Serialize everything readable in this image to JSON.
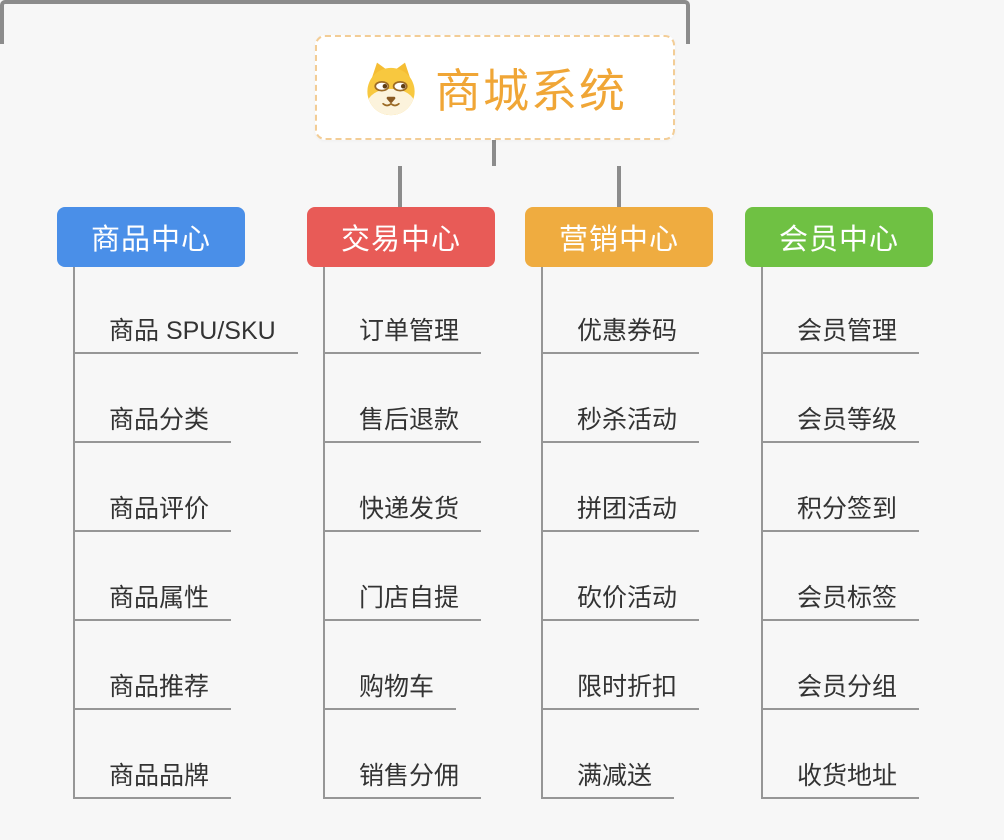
{
  "root": {
    "title": "商城系统",
    "icon": "dog-face-icon"
  },
  "branches": [
    {
      "label": "商品中心",
      "color": "#4A8FE8",
      "children": [
        "商品 SPU/SKU",
        "商品分类",
        "商品评价",
        "商品属性",
        "商品推荐",
        "商品品牌"
      ]
    },
    {
      "label": "交易中心",
      "color": "#E85B57",
      "children": [
        "订单管理",
        "售后退款",
        "快递发货",
        "门店自提",
        "购物车",
        "销售分佣"
      ]
    },
    {
      "label": "营销中心",
      "color": "#EFAC40",
      "children": [
        "优惠券码",
        "秒杀活动",
        "拼团活动",
        "砍价活动",
        "限时折扣",
        "满减送"
      ]
    },
    {
      "label": "会员中心",
      "color": "#6FC143",
      "children": [
        "会员管理",
        "会员等级",
        "积分签到",
        "会员标签",
        "会员分组",
        "收货地址"
      ]
    }
  ],
  "colors": {
    "connector": "#8C8C8C",
    "child_line": "#969696",
    "background": "#F7F7F7",
    "root_text": "#F0A636",
    "root_border": "#F3CD96",
    "child_text": "#333333"
  }
}
